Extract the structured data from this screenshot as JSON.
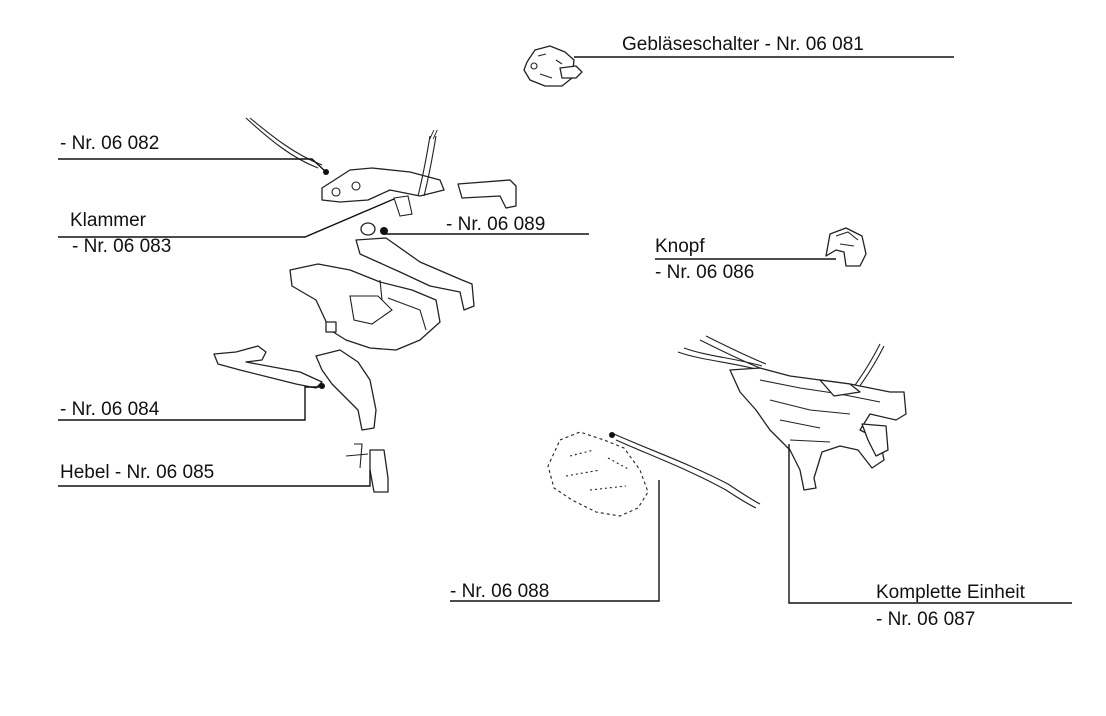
{
  "labels": {
    "blower_switch": "Gebläseschalter -  Nr. 06 081",
    "nr_06082": "-  Nr. 06 082",
    "clamp": "Klammer",
    "nr_06083": "-  Nr. 06 083",
    "nr_06089": "-  Nr. 06 089",
    "knob": "Knopf",
    "nr_06086": "-  Nr. 06 086",
    "nr_06084": "-  Nr. 06 084",
    "lever": "Hebel  -  Nr. 06 085",
    "nr_06088": "-  Nr. 06 088",
    "complete_unit": "Komplette Einheit",
    "nr_06087": "-  Nr. 06 087",
    "cable_mark": "//"
  }
}
